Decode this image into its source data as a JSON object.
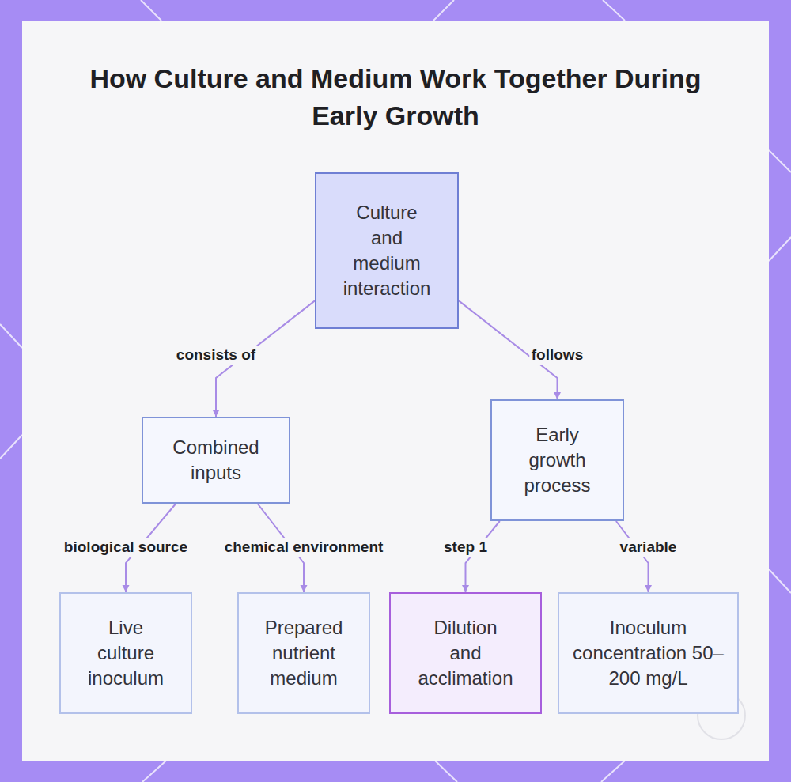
{
  "diagram": {
    "title": "How Culture and Medium Work Together During Early Growth",
    "nodes": [
      {
        "text": [
          "Culture and medium interaction"
        ]
      },
      {
        "text": [
          "Combined inputs"
        ]
      },
      {
        "text": [
          "Early growth process"
        ]
      },
      {
        "text": [
          "Live culture inoculum"
        ]
      },
      {
        "text": [
          "Prepared nutrient medium"
        ]
      },
      {
        "text": [
          "Dilution and acclimation"
        ]
      },
      {
        "text": [
          "Inoculum concentration 50–200 mg/L"
        ]
      }
    ],
    "edges": [
      {
        "from": 0,
        "to": 1,
        "label": "consists of",
        "arrow": "to"
      },
      {
        "from": 0,
        "to": 2,
        "label": "follows",
        "arrow": "to"
      },
      {
        "from": 1,
        "to": 3,
        "label": "biological source",
        "arrow": "to"
      },
      {
        "from": 1,
        "to": 4,
        "label": "chemical environment",
        "arrow": "to"
      },
      {
        "from": 2,
        "to": 5,
        "label": "step 1",
        "arrow": "to"
      },
      {
        "from": 2,
        "to": 6,
        "label": "variable",
        "arrow": "to"
      }
    ]
  }
}
